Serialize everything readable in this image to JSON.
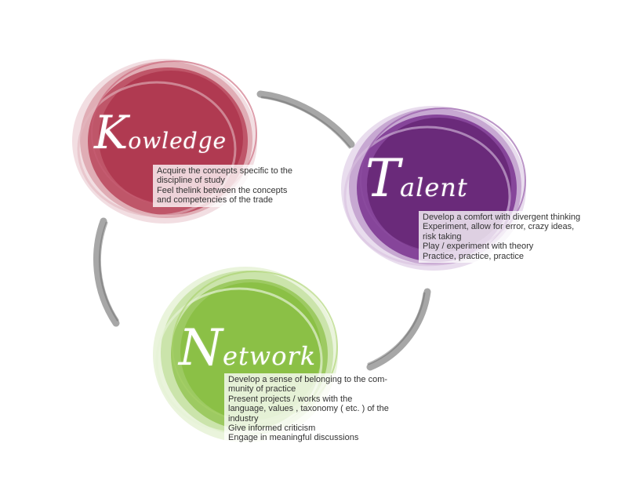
{
  "colors": {
    "knowledge": "#b23c52",
    "talent": "#6a2a7a",
    "network": "#8bc046",
    "connector": "#8a8a8a"
  },
  "knowledge": {
    "title_initial": "K",
    "title_rest": "owledge",
    "lines": [
      "Acquire the concepts specific to the",
      "discipline of study",
      "Feel thelink between the concepts",
      "and competencies of the trade"
    ]
  },
  "talent": {
    "title_initial": "T",
    "title_rest": "alent",
    "lines": [
      "Develop a comfort with divergent thinking",
      "Experiment, allow for error, crazy ideas,",
      "risk taking",
      "Play / experiment with theory",
      "Practice, practice, practice"
    ]
  },
  "network": {
    "title_initial": "N",
    "title_rest": "etwork",
    "lines": [
      "Develop a sense of belonging to the com-",
      "munity of practice",
      "Present projects / works with the",
      "language, values , taxonomy ( etc. ) of the",
      "industry",
      "Give informed criticism",
      "Engage in meaningful discussions"
    ]
  }
}
